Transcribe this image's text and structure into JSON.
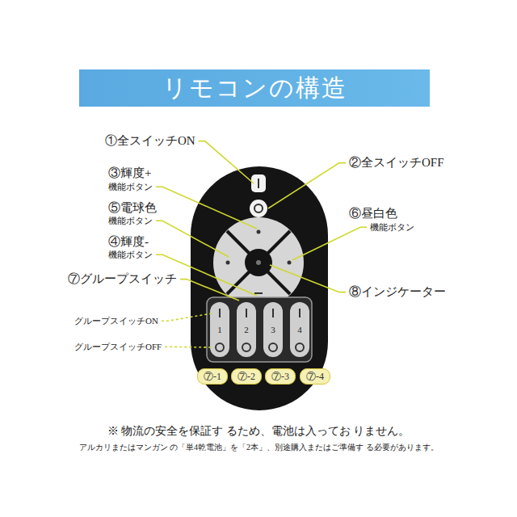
{
  "diagram": {
    "title": "リモコンの構造",
    "nodes": [
      {
        "text": [
          "⑦-1"
        ]
      },
      {
        "text": [
          "⑦-2"
        ]
      },
      {
        "text": [
          "⑦-3"
        ]
      },
      {
        "text": [
          "⑦-4"
        ]
      }
    ],
    "labels": [
      "①全スイッチON",
      "②全スイッチOFF",
      "③輝度+",
      "機能ボタン",
      "⑤電球色",
      "機能ボタン",
      "⑥昼白色",
      "機能ボタン",
      "④輝度-",
      "機能ボタン",
      "⑦グループスイッチ",
      "⑧インジケーター",
      "グループスイッチON",
      "グループスイッチOFF",
      "1",
      "2",
      "3",
      "4",
      "※ 物流の安全を保証す るため、電池は入ってお りません。",
      "アルカリまたはマンガン の「単4乾電池」を「2本」、別途購入またはご準備す る必要があります。"
    ]
  }
}
